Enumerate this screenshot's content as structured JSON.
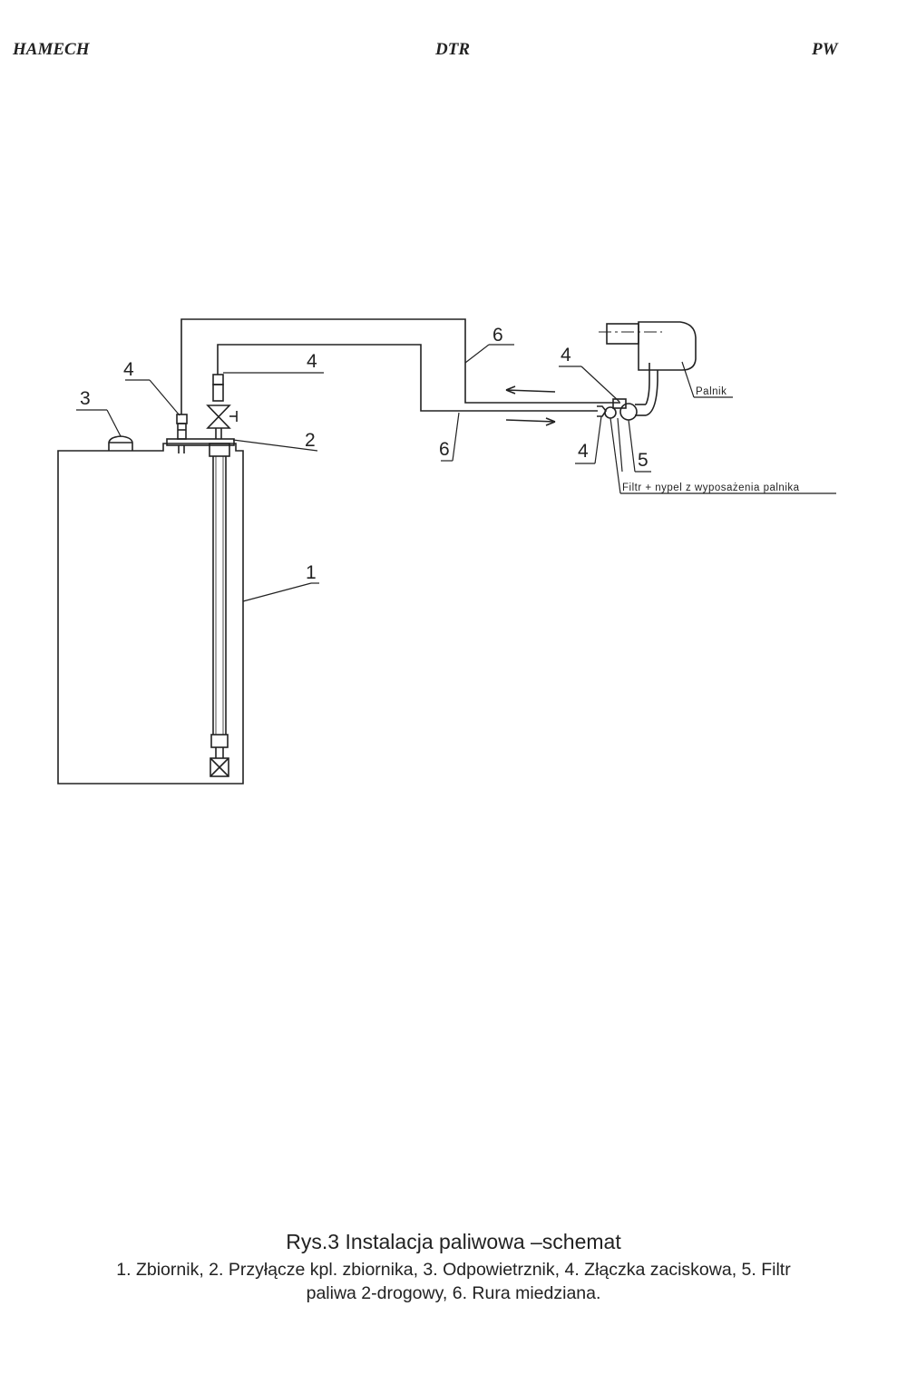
{
  "header": {
    "left": "HAMECH",
    "center": "DTR",
    "right": "PW"
  },
  "diagram": {
    "callouts": {
      "tank": "1",
      "tank_connector": "2",
      "air_vent": "3",
      "fitting_left": "4",
      "fitting_top": "4",
      "fitting_burner_top": "4",
      "fitting_burner_bottom": "4",
      "filter": "5",
      "pipe_upper": "6",
      "pipe_lower": "6"
    },
    "burner_label": "Palnik",
    "filter_note": "Filtr + nypel z wyposażenia palnika"
  },
  "caption": {
    "title": "Rys.3 Instalacja paliwowa –schemat",
    "line1": "1. Zbiornik, 2. Przyłącze kpl. zbiornika, 3. Odpowietrznik, 4. Złączka zaciskowa, 5. Filtr",
    "line2": "paliwa 2-drogowy, 6. Rura miedziana."
  }
}
